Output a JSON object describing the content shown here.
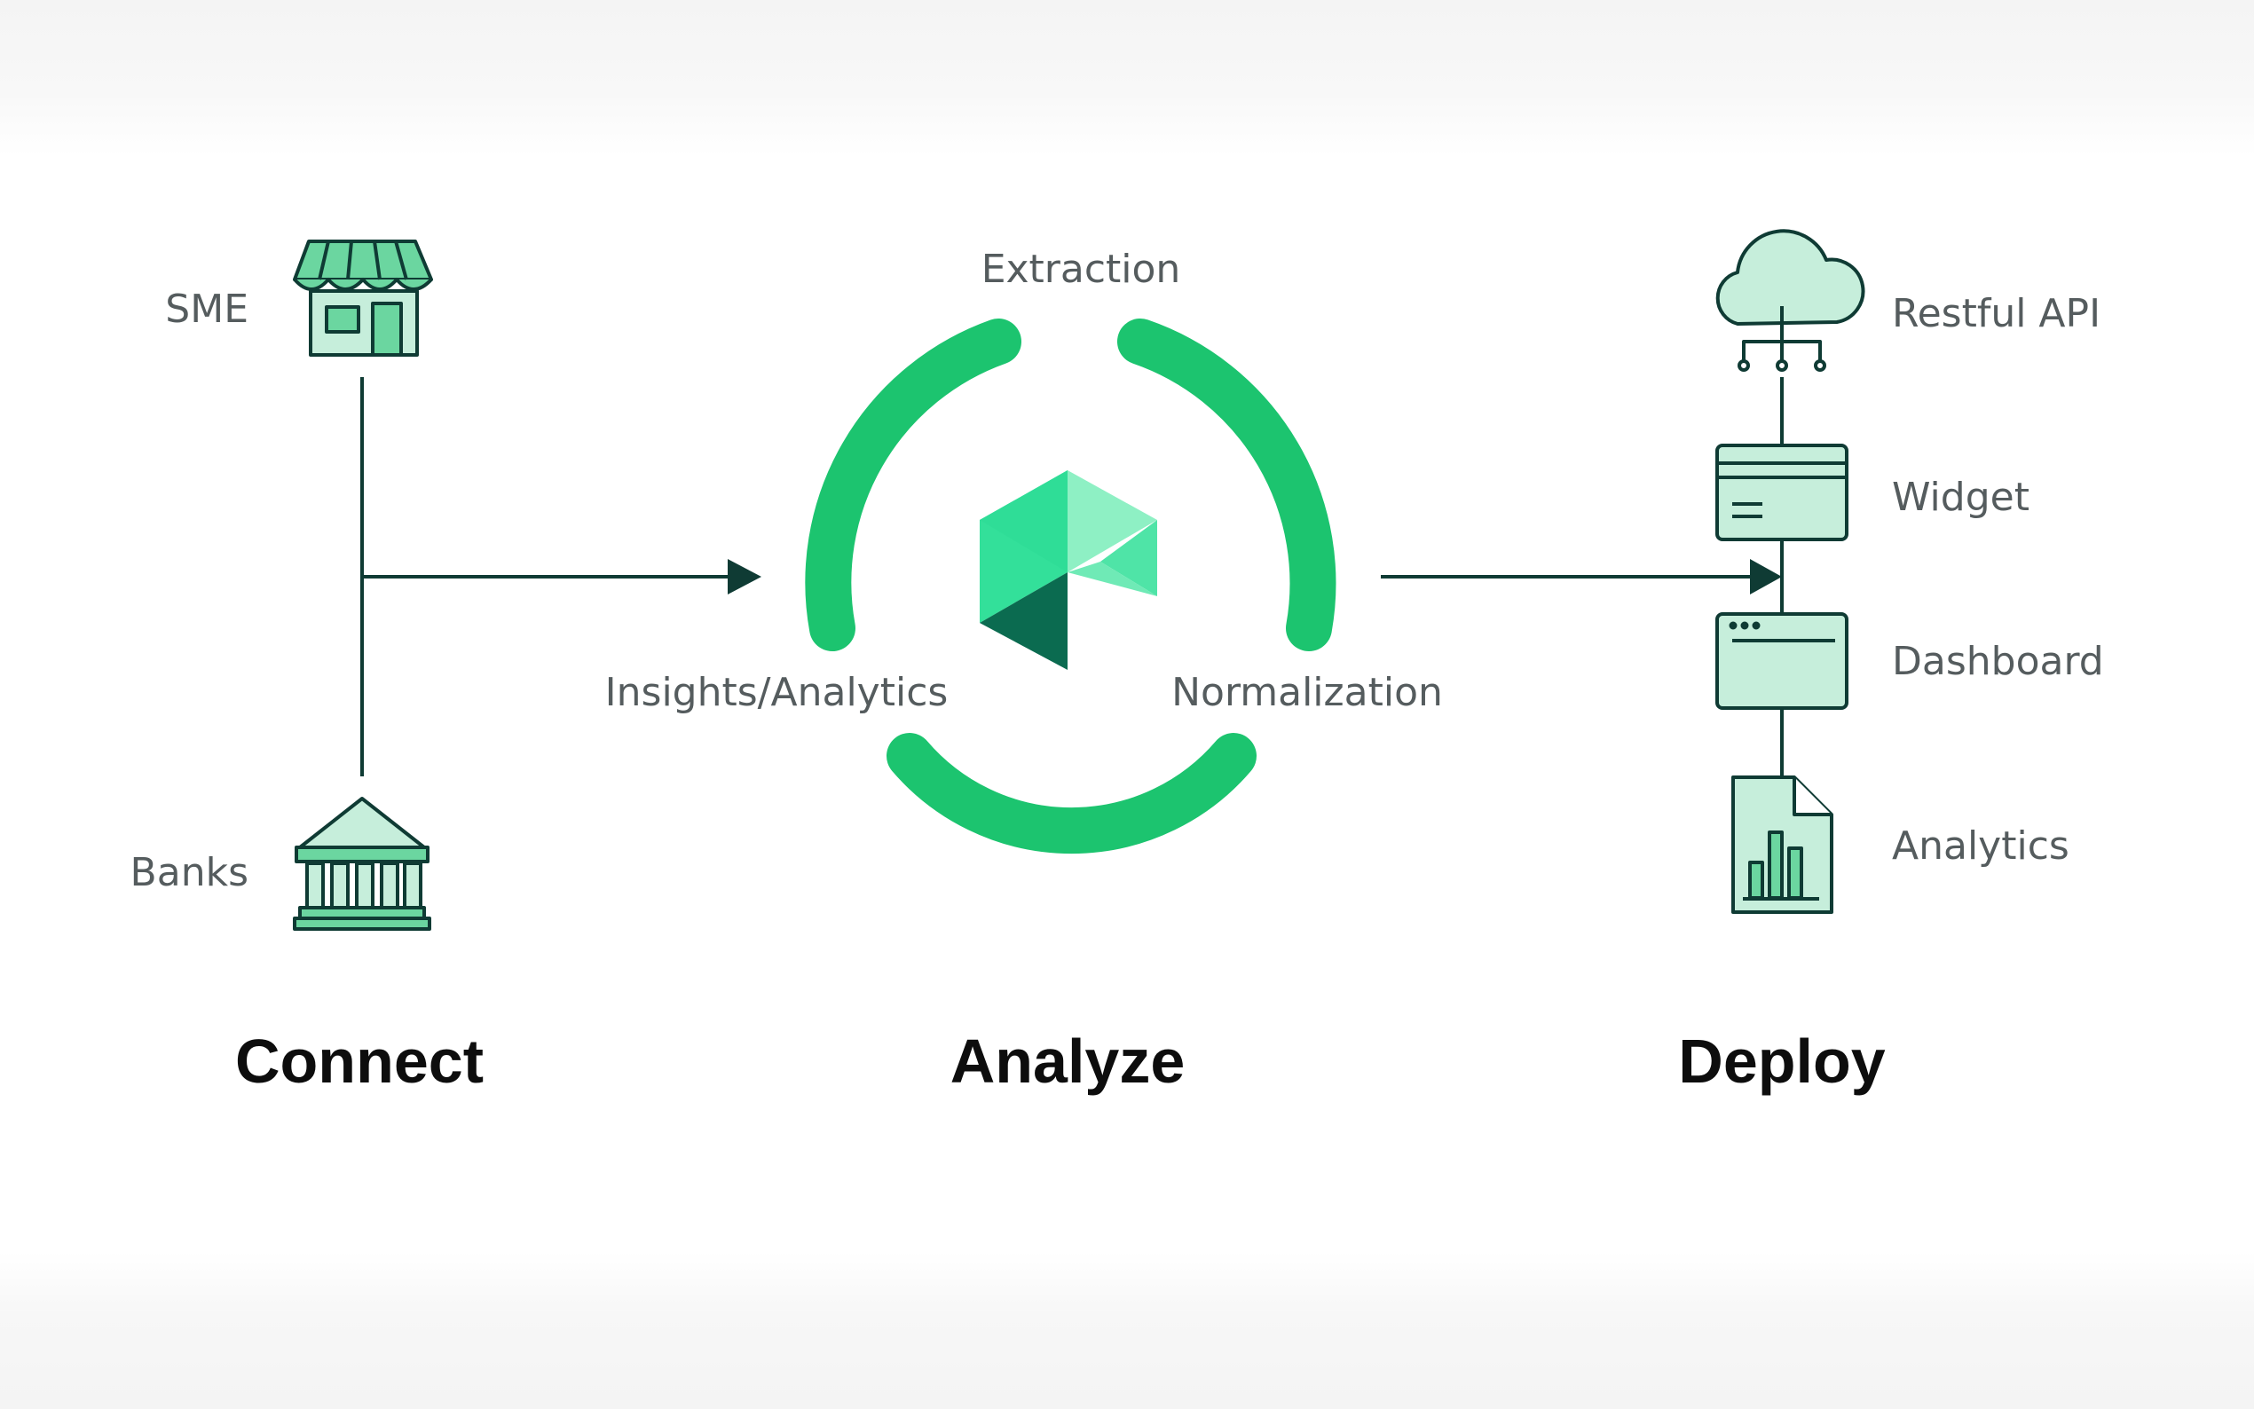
{
  "colors": {
    "ring": "#1cc46f",
    "icon_fill": "#c6eedb",
    "icon_accent": "#6bd6a0",
    "line": "#0f3b34",
    "label": "#555c5e",
    "heading": "#0d0d0d",
    "logo_light": "#8ef0c4",
    "logo_mid": "#33e09a",
    "logo_dark": "#0b6b50"
  },
  "connect": {
    "heading": "Connect",
    "sources": [
      {
        "label": "SME",
        "icon": "storefront-icon"
      },
      {
        "label": "Banks",
        "icon": "bank-icon"
      }
    ]
  },
  "analyze": {
    "heading": "Analyze",
    "steps": [
      "Extraction",
      "Normalization",
      "Insights/Analytics"
    ],
    "logo": "cube-logo"
  },
  "deploy": {
    "heading": "Deploy",
    "outputs": [
      {
        "label": "Restful API",
        "icon": "cloud-api-icon"
      },
      {
        "label": "Widget",
        "icon": "widget-icon"
      },
      {
        "label": "Dashboard",
        "icon": "dashboard-icon"
      },
      {
        "label": "Analytics",
        "icon": "analytics-report-icon"
      }
    ]
  }
}
